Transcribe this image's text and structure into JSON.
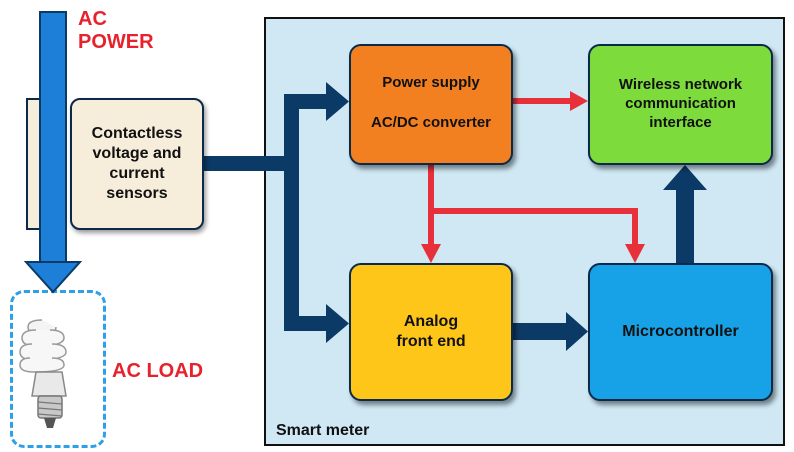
{
  "diagram": {
    "ac_power_label": [
      "AC",
      "POWER"
    ],
    "ac_load_label": "AC LOAD",
    "sensor_label": [
      "Contactless",
      "voltage and",
      "current",
      "sensors"
    ],
    "meter_label": "Smart meter",
    "power_supply": {
      "line1": "Power supply",
      "line2": "AC/DC converter"
    },
    "wireless": [
      "Wireless network",
      "communication",
      "interface"
    ],
    "afe": [
      "Analog",
      "front end"
    ],
    "mcu": "Microcontroller"
  },
  "colors": {
    "power_supply": "#f28021",
    "wireless": "#7ddc3c",
    "afe": "#ffc61a",
    "mcu": "#17a2e8",
    "panel": "#cfe8f4",
    "red_arrow": "#e8303a",
    "navy_arrow": "#0b3a66",
    "ac_arrow": "#1e7fd8"
  }
}
